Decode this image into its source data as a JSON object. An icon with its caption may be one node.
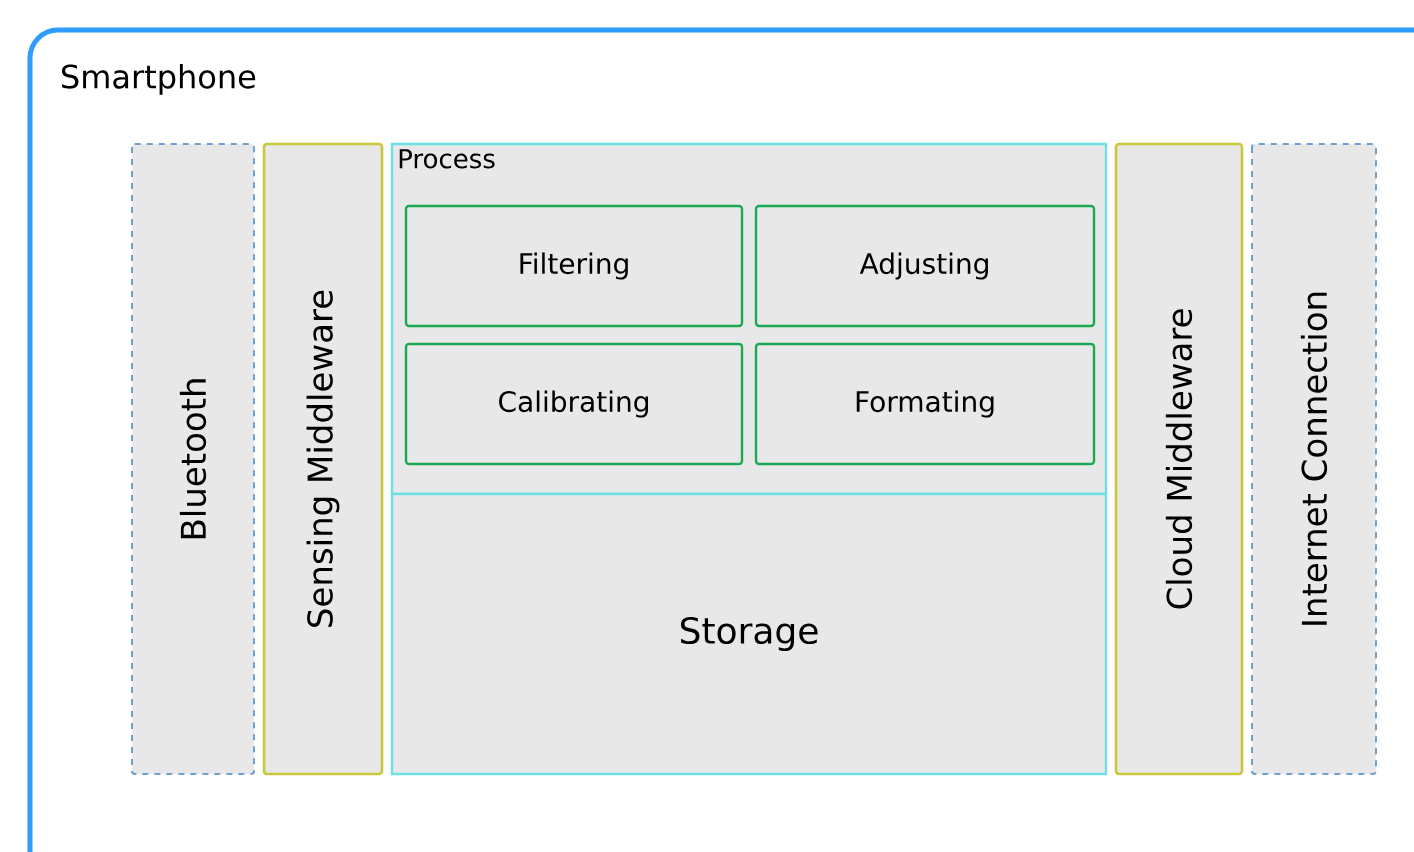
{
  "diagram": {
    "nodes": [
      {
        "text": [
          "Smartphone"
        ]
      },
      {
        "text": [
          "Bluetooth"
        ],
        "in": 0
      },
      {
        "text": [
          "Sensing Middleware"
        ],
        "in": 0
      },
      {
        "text": [
          "Process"
        ],
        "in": 0
      },
      {
        "text": [
          "Filtering"
        ],
        "in": 3
      },
      {
        "text": [
          "Adjusting"
        ],
        "in": 3
      },
      {
        "text": [
          "Calibrating"
        ],
        "in": 3
      },
      {
        "text": [
          "Formating"
        ],
        "in": 3
      },
      {
        "text": [
          "Storage"
        ],
        "in": 0
      },
      {
        "text": [
          "Cloud Middleware"
        ],
        "in": 0
      },
      {
        "text": [
          "Internet Connection"
        ],
        "in": 0
      }
    ]
  }
}
